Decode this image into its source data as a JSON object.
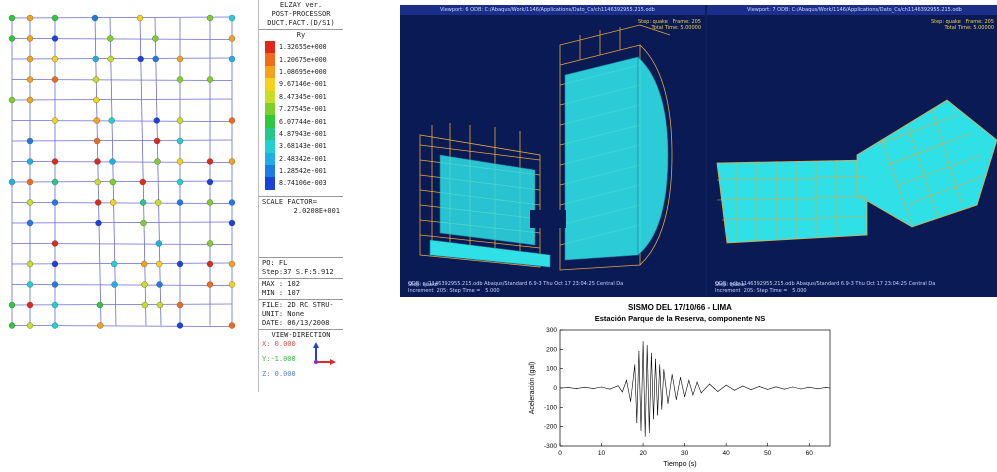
{
  "legend": {
    "title_line1": "ELZAY ver.",
    "title_line2": "POST-PROCESSOR",
    "title_line3": "DUCT.FACT.(D/S1)",
    "variable": "Ry",
    "values": [
      "1.32655e+000",
      "1.20675e+000",
      "1.08695e+000",
      "9.67146e-001",
      "8.47345e-001",
      "7.27545e-001",
      "6.07744e-001",
      "4.87943e-001",
      "3.68143e-001",
      "2.48342e-001",
      "1.28542e-001",
      "8.74106e-003"
    ],
    "colors": [
      "#e0281b",
      "#f06b1a",
      "#f3a21c",
      "#f3d21e",
      "#c8dd24",
      "#7bd12a",
      "#2fc83a",
      "#24c98a",
      "#22d0cf",
      "#20aee7",
      "#1f79e6",
      "#1c43d8"
    ],
    "scale_factor_label": "SCALE FACTOR=",
    "scale_factor_value": "2.0208E+001",
    "po_line": "PO: FL",
    "step_line": "Step:37 S.F:5.912",
    "max_line": "MAX : 102",
    "min_line": "MIN : 107",
    "file_line": "FILE: 2D RC STRU-",
    "unit_line": "UNIT: None",
    "date_line": "DATE: 06/13/2008",
    "view_dir_title": "VIEW-DIRECTION",
    "view_x": "X: 0.000",
    "view_y": "Y:-1.000",
    "view_z": "Z: 0.000"
  },
  "viewports": [
    {
      "title": "Viewport: 6   ODB: C:/Abaqus/Work/1146/Applications/Dato_Cs/ch1146392955.215.odb",
      "stamp": "ODB: c:/1146392955.215.odb    Abaqus/Standard 6.9-3   Thu Oct 17 23:04:25 Central Da",
      "step": "Step: quake\nIncrement  205: Step Time =   5.000",
      "info": "Step: quake   Frame: 205\nTotal Time: 5.00000"
    },
    {
      "title": "Viewport: 7   ODB: C:/Abaqus/Work/1146/Applications/Dato_Cs/ch1146392955.215.odb",
      "stamp": "ODB: odb-1146392955.215.odb    Abaqus/Standard 6.9-3   Thu Oct 17 23:04:25 Central Da",
      "step": "Step: quake\nIncrement  205: Step Time =   5.000",
      "info": "Step: quake   Frame: 205\nTotal Time: 5.00000"
    }
  ],
  "chart_data": {
    "type": "line",
    "title": "SISMO DEL 17/10/66 - LIMA",
    "subtitle": "Estación Parque de la Reserva, componente NS",
    "xlabel": "Tiempo (s)",
    "ylabel": "Aceleración (gal)",
    "xlim": [
      0,
      65
    ],
    "ylim": [
      -300,
      300
    ],
    "xticks": [
      0,
      10,
      20,
      30,
      40,
      50,
      60
    ],
    "yticks": [
      300,
      200,
      100,
      0,
      -100,
      -200,
      -300
    ],
    "series": [
      {
        "x": [
          0,
          2,
          4,
          6,
          8,
          10,
          12,
          14,
          15,
          16,
          17,
          18,
          18.5,
          19,
          19.5,
          20,
          20.5,
          21,
          21.5,
          22,
          22.5,
          23,
          23.5,
          24,
          24.5,
          25,
          26,
          27,
          28,
          29,
          30,
          31,
          32,
          33,
          34,
          36,
          38,
          40,
          42,
          44,
          46,
          48,
          50,
          52,
          54,
          56,
          58,
          60,
          62,
          64,
          65
        ],
        "values": [
          0,
          2,
          -3,
          4,
          -3,
          5,
          -6,
          12,
          -20,
          40,
          -70,
          120,
          -180,
          190,
          -220,
          240,
          -250,
          220,
          -230,
          180,
          -160,
          150,
          -140,
          120,
          -110,
          95,
          -80,
          70,
          -60,
          55,
          -45,
          40,
          -35,
          30,
          -25,
          20,
          -18,
          15,
          -12,
          10,
          -9,
          8,
          -7,
          6,
          -6,
          5,
          -5,
          4,
          -4,
          3,
          0
        ]
      }
    ]
  }
}
